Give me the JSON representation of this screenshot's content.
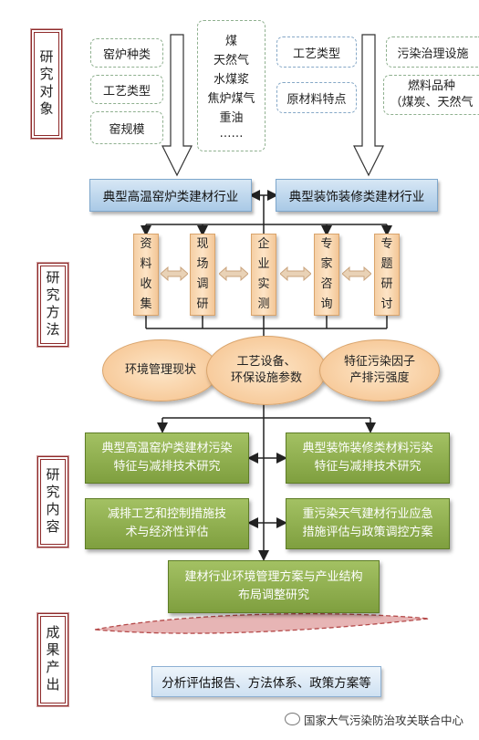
{
  "side_labels": {
    "research_object": "研究对象",
    "research_method": "研究方法",
    "research_content": "研究内容",
    "outcome": "成果产出"
  },
  "object_left": [
    "窑炉种类",
    "工艺类型",
    "窑规模"
  ],
  "fuels": [
    "煤",
    "天然气",
    "水煤浆",
    "焦炉煤气",
    "重油",
    "……"
  ],
  "object_right_a": [
    "工艺类型",
    "原材料特点"
  ],
  "object_right_b": {
    "item1": "污染治理设施",
    "item2_line1": "燃料品种",
    "item2_line2": "（煤炭、天然气"
  },
  "industries": {
    "left": "典型高温窑炉类建材行业",
    "right": "典型装饰装修类建材行业"
  },
  "methods": [
    "资料收集",
    "现场调研",
    "企业实测",
    "专家咨询",
    "专题研讨"
  ],
  "ellipses": {
    "left": "环境管理现状",
    "center_line1": "工艺设备、",
    "center_line2": "环保设施参数",
    "right_line1": "特征污染因子",
    "right_line2": "产排污强度"
  },
  "contents": {
    "c1_line1": "典型高温窑炉类建材污染",
    "c1_line2": "特征与减排技术研究",
    "c2_line1": "典型装饰装修类材料污染",
    "c2_line2": "特征与减排技术研究",
    "c3_line1": "减排工艺和控制措施技",
    "c3_line2": "术与经济性评估",
    "c4_line1": "重污染天气建材行业应急",
    "c4_line2": "措施评估与政策调控方案",
    "c5_line1": "建材行业环境管理方案与产业结构",
    "c5_line2": "布局调整研究"
  },
  "output": "分析评估报告、方法体系、政策方案等",
  "footer": "国家大气污染防治攻关联合中心"
}
